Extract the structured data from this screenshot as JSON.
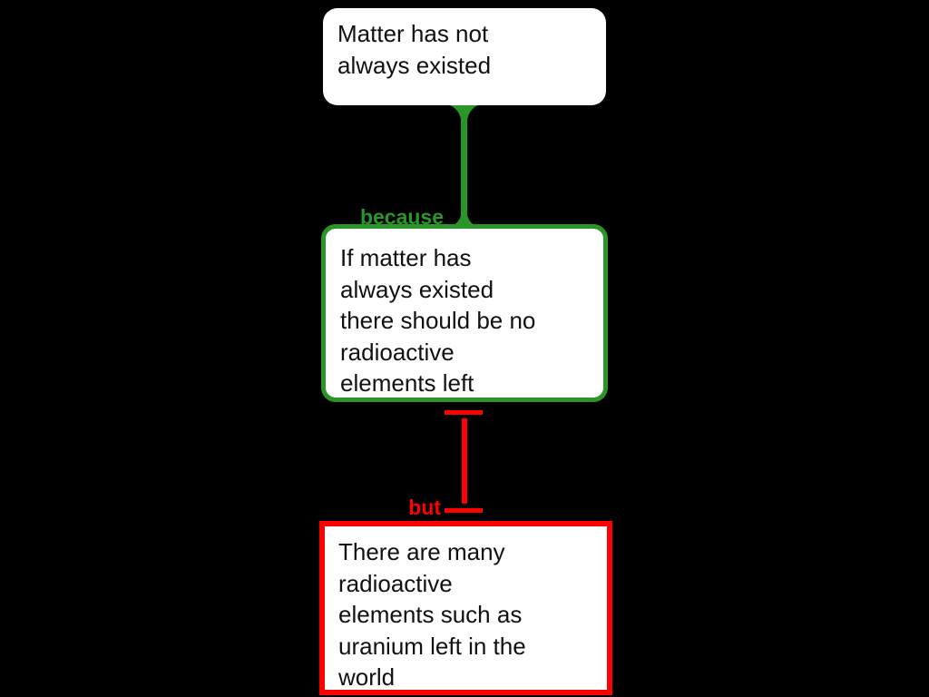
{
  "colors": {
    "background": "#000000",
    "support_green": "#2a962a",
    "objection_red": "#fd0000",
    "node_fill": "#ffffff",
    "node_text": "#111111"
  },
  "diagram": {
    "nodes": [
      {
        "id": "claim",
        "role": "main claim",
        "text": "Matter has not\nalways existed"
      },
      {
        "id": "reason",
        "role": "supporting reason",
        "text": "If matter has\nalways existed\nthere should be no\nradioactive\nelements left"
      },
      {
        "id": "objection",
        "role": "objection",
        "text": "There are many\nradioactive\nelements such as\nuranium left in the\nworld"
      }
    ],
    "connectors": [
      {
        "id": "support",
        "label": "because",
        "from": "claim",
        "to": "reason",
        "color": "#2a962a"
      },
      {
        "id": "objection",
        "label": "but",
        "from": "reason",
        "to": "objection",
        "color": "#fd0000"
      }
    ]
  }
}
